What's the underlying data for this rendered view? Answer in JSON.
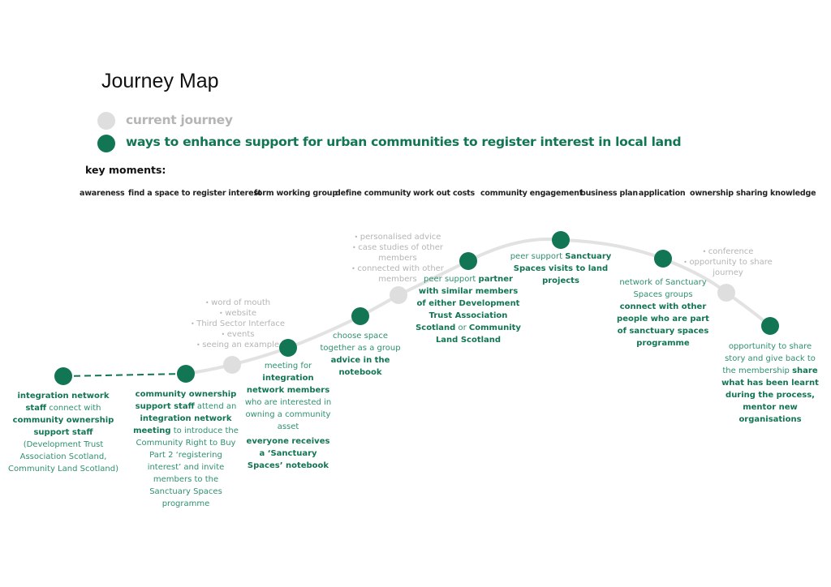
{
  "title": "Journey Map",
  "legend": {
    "current": "current journey",
    "enhance": "ways to enhance support for urban communities to register interest in local land"
  },
  "colors": {
    "green": "#127554",
    "light_green_text": "#2f9070",
    "grey_node": "#dedede",
    "grey_text": "#b5b5b5"
  },
  "key_moments_label": "key moments:",
  "key_moments": [
    "awareness",
    "find a space to register interest",
    "form working group",
    "define community",
    "work out costs",
    "community engagement",
    "business plan",
    "application",
    "ownership",
    "sharing knowledge"
  ],
  "steps": [
    {
      "paras": [
        [
          {
            "t": "integration network staff",
            "b": true
          },
          {
            "t": " connect with ",
            "b": false
          },
          {
            "t": "community ownership support staff",
            "b": true
          },
          {
            "t": " (Development Trust Association Scotland, Community Land Scotland)",
            "b": false
          }
        ]
      ]
    },
    {
      "paras": [
        [
          {
            "t": "community ownership support staff",
            "b": true
          },
          {
            "t": " attend an ",
            "b": false
          },
          {
            "t": "integration network meeting",
            "b": true
          },
          {
            "t": " to introduce the Community Right to Buy Part 2 ‘registering interest’ and invite members to the Sanctuary Spaces programme",
            "b": false
          }
        ]
      ]
    },
    {
      "paras": [
        [
          {
            "t": "meeting for ",
            "b": false
          },
          {
            "t": "integration network members",
            "b": true
          },
          {
            "t": " who are interested in owning a community asset",
            "b": false
          }
        ],
        [
          {
            "t": "everyone receives a ‘Sanctuary Spaces’ notebook",
            "b": true
          }
        ]
      ]
    },
    {
      "paras": [
        [
          {
            "t": "choose space together as a group ",
            "b": false
          },
          {
            "t": "advice in the notebook",
            "b": true
          }
        ]
      ]
    },
    {
      "paras": [
        [
          {
            "t": "peer support ",
            "b": false
          },
          {
            "t": "partner with similar members of either Development Trust Association Scotland",
            "b": true
          },
          {
            "t": " or ",
            "b": false
          },
          {
            "t": "Community Land Scotland",
            "b": true
          }
        ]
      ]
    },
    {
      "paras": [
        [
          {
            "t": "peer support ",
            "b": false
          },
          {
            "t": "Sanctuary Spaces visits to land projects",
            "b": true
          }
        ]
      ]
    },
    {
      "paras": [
        [
          {
            "t": "network of Sanctuary Spaces groups ",
            "b": false
          },
          {
            "t": "connect with other people who are part of sanctuary spaces programme",
            "b": true
          }
        ]
      ]
    },
    {
      "paras": [
        [
          {
            "t": "opportunity to share story and give back to the membership ",
            "b": false
          },
          {
            "t": "share what has been learnt during the process, mentor new organisations",
            "b": true
          }
        ]
      ]
    }
  ],
  "current": [
    [
      "word of mouth",
      "website",
      "Third Sector Interface",
      "events",
      "seeing an example"
    ],
    [
      "personalised advice",
      "case studies of other members",
      "connected with other members"
    ],
    [
      "conference",
      "opportunity to share journey"
    ]
  ]
}
